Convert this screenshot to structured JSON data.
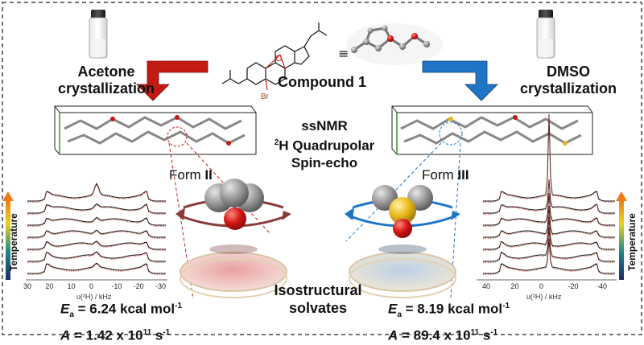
{
  "compound_label": "Compound 1",
  "br_label": "Br",
  "o_label": "O",
  "equals_sign": "≡",
  "left": {
    "method_line1": "Acetone",
    "method_line2": "crystallization",
    "form_prefix": "Form ",
    "form_numeral": "II",
    "ea_symbol": "E",
    "ea_sub": "a",
    "ea_value": " = 6.24 kcal mol",
    "ea_exp": "-1",
    "a_symbol": "A",
    "a_value": " = 1.42 x 10",
    "a_exp": "11",
    "a_unit": " s",
    "a_unit_exp": "-1",
    "tick_labels": [
      "30",
      "20",
      "10",
      "0",
      "-10",
      "-20",
      "-30"
    ],
    "axis_title": "υ(²H) / kHz",
    "temperature_label": "Temperature"
  },
  "right": {
    "method_line1": "DMSO",
    "method_line2": "crystallization",
    "form_prefix": "Form ",
    "form_numeral": "III",
    "ea_symbol": "E",
    "ea_sub": "a",
    "ea_value": " = 8.19 kcal mol",
    "ea_exp": "-1",
    "a_symbol": "A",
    "a_value": " = 89.4 x 10",
    "a_exp": "11",
    "a_unit": " s",
    "a_unit_exp": "-1",
    "tick_labels": [
      "40",
      "20",
      "0",
      "-20",
      "-40"
    ],
    "axis_title": "υ(²H) / kHz",
    "temperature_label": "Temperature"
  },
  "center": {
    "line1": "ssNMR",
    "line2_sup": "2",
    "line2_text": "H Quadrupolar",
    "line3": "Spin-echo",
    "bottom_line1": "Isostructural",
    "bottom_line2": "solvates"
  },
  "colors": {
    "left_arrow": "#c41a14",
    "right_arrow": "#1f74c6",
    "frame": "#444444",
    "spectrum_line": "#111111",
    "spectrum_fit": "#c0392b",
    "gray_atom": "#8c8c8c",
    "red_atom": "#d41515",
    "yellow_atom": "#e8b81b"
  }
}
